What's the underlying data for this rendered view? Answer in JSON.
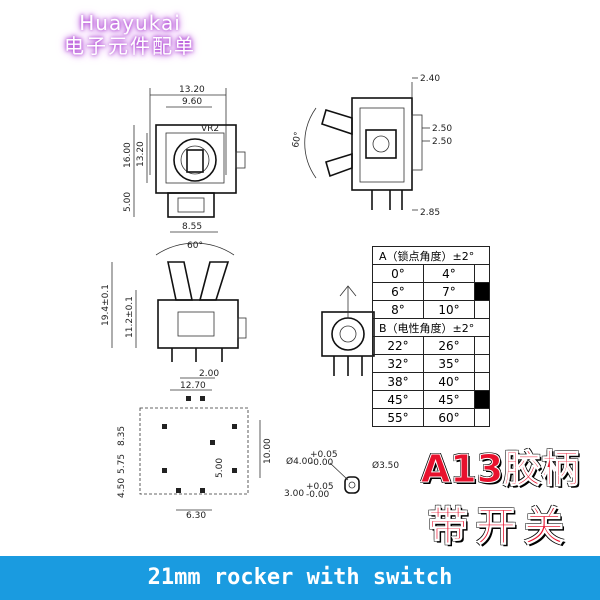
{
  "watermark": {
    "brand": "Huayukai",
    "subtitle": "电子元件配单"
  },
  "dims_top": [
    "13.20",
    "9.60",
    "16.00",
    "13.20",
    "5.00",
    "8.55",
    "VR2"
  ],
  "dims_side": [
    "2.40",
    "2.50",
    "2.50",
    "2.85",
    "60°"
  ],
  "dims_front": [
    "60°",
    "19.4±0.1",
    "11.2±0.1"
  ],
  "dims_pcb": [
    "2.00",
    "12.70",
    "8.35",
    "5.75",
    "4.50",
    "6.30",
    "5.00",
    "10.00"
  ],
  "dims_hole": [
    "Ø4.00",
    "+0.05",
    "-0.00",
    "Ø3.50",
    "3.00",
    "+0.05",
    "-0.00"
  ],
  "table": {
    "header_a": "A（锁点角度）±2°",
    "header_b": "B（电性角度）±2°",
    "rows_a": [
      [
        "0°",
        "4°",
        false
      ],
      [
        "6°",
        "7°",
        true
      ],
      [
        "8°",
        "10°",
        false
      ]
    ],
    "rows_b": [
      [
        "22°",
        "26°",
        false
      ],
      [
        "32°",
        "35°",
        false
      ],
      [
        "38°",
        "40°",
        false
      ],
      [
        "45°",
        "45°",
        true
      ],
      [
        "55°",
        "60°",
        false
      ]
    ]
  },
  "promo": {
    "line1": "A13胶柄",
    "line2": "带开关"
  },
  "banner": {
    "text": "21mm rocker with switch"
  }
}
